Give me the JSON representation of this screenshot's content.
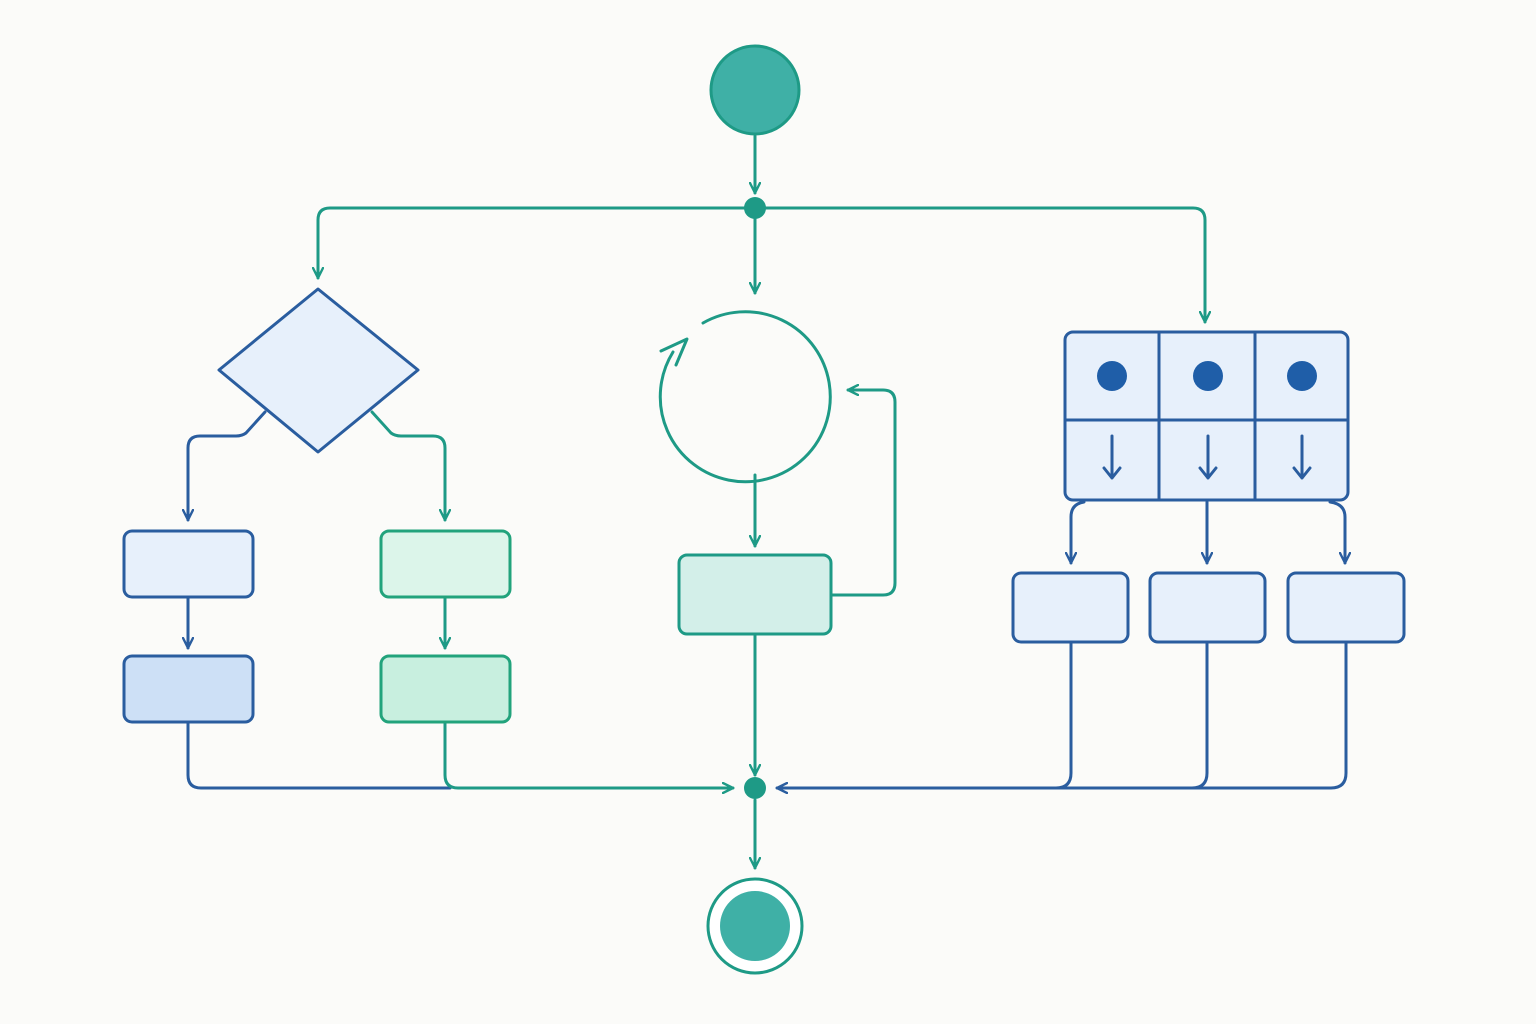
{
  "diagram": {
    "type": "activity-flowchart",
    "nodes": [
      {
        "id": "start",
        "shape": "initial-node"
      },
      {
        "id": "fork",
        "shape": "fork-junction"
      },
      {
        "id": "decision",
        "shape": "decision-diamond"
      },
      {
        "id": "left-action-1",
        "shape": "action-box"
      },
      {
        "id": "left-action-2",
        "shape": "action-box"
      },
      {
        "id": "right-action-1",
        "shape": "action-box"
      },
      {
        "id": "right-action-2",
        "shape": "action-box"
      },
      {
        "id": "loop",
        "shape": "loop-cycle"
      },
      {
        "id": "loop-action",
        "shape": "action-box"
      },
      {
        "id": "parallel-grid",
        "shape": "parallel-grid-3x2"
      },
      {
        "id": "parallel-action-1",
        "shape": "action-box"
      },
      {
        "id": "parallel-action-2",
        "shape": "action-box"
      },
      {
        "id": "parallel-action-3",
        "shape": "action-box"
      },
      {
        "id": "merge",
        "shape": "merge-junction"
      },
      {
        "id": "end",
        "shape": "final-node"
      }
    ],
    "edges": [
      [
        "start",
        "fork"
      ],
      [
        "fork",
        "decision"
      ],
      [
        "fork",
        "loop"
      ],
      [
        "fork",
        "parallel-grid"
      ],
      [
        "decision",
        "left-action-1"
      ],
      [
        "decision",
        "right-action-1"
      ],
      [
        "left-action-1",
        "left-action-2"
      ],
      [
        "right-action-1",
        "right-action-2"
      ],
      [
        "loop",
        "loop-action"
      ],
      [
        "loop-action",
        "loop"
      ],
      [
        "parallel-grid",
        "parallel-action-1"
      ],
      [
        "parallel-grid",
        "parallel-action-2"
      ],
      [
        "parallel-grid",
        "parallel-action-3"
      ],
      [
        "left-action-2",
        "merge"
      ],
      [
        "right-action-2",
        "merge"
      ],
      [
        "loop-action",
        "merge"
      ],
      [
        "parallel-action-1",
        "merge"
      ],
      [
        "parallel-action-2",
        "merge"
      ],
      [
        "parallel-action-3",
        "merge"
      ],
      [
        "merge",
        "end"
      ]
    ],
    "colors": {
      "teal": "#1e9a86",
      "teal_fill": "#3fb0a6",
      "blue": "#2a5d9f",
      "light_blue_fill": "#e7f0fb",
      "medium_blue_fill": "#cde0f6",
      "light_green_fill": "#dcf5ea",
      "medium_green_fill": "#c8efdf",
      "light_teal_fill": "#d3efe9",
      "background": "#fbfbf9"
    }
  }
}
